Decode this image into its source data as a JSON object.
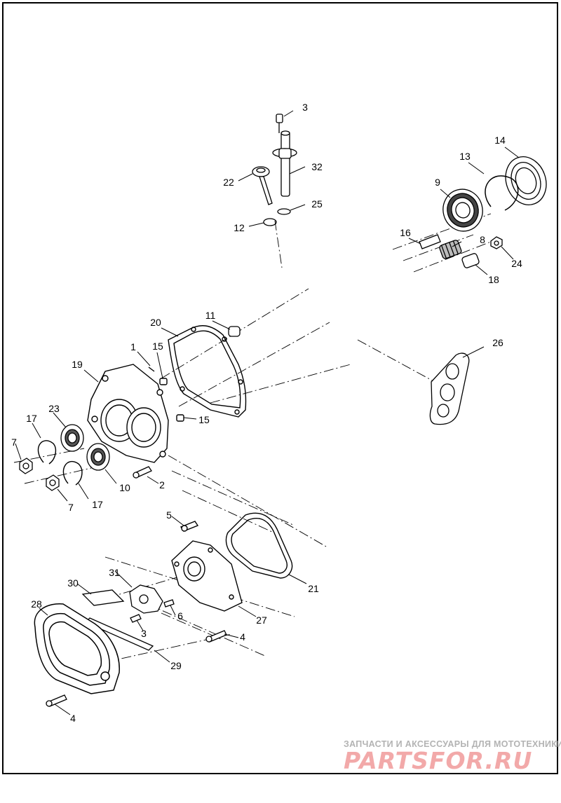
{
  "callouts": {
    "c1": "1",
    "c2": "2",
    "c3a": "3",
    "c3b": "3",
    "c4a": "4",
    "c4b": "4",
    "c5": "5",
    "c6": "6",
    "c7a": "7",
    "c7b": "7",
    "c8": "8",
    "c9": "9",
    "c10": "10",
    "c11": "11",
    "c12": "12",
    "c13": "13",
    "c14": "14",
    "c15a": "15",
    "c15b": "15",
    "c16": "16",
    "c17a": "17",
    "c17b": "17",
    "c18": "18",
    "c19": "19",
    "c20": "20",
    "c21": "21",
    "c22": "22",
    "c23": "23",
    "c24": "24",
    "c25": "25",
    "c26": "26",
    "c27": "27",
    "c28": "28",
    "c29": "29",
    "c30": "30",
    "c31": "31",
    "c32": "32"
  },
  "watermark": {
    "tagline": "ЗАПЧАСТИ И АКСЕССУАРЫ ДЛЯ МОТОТЕХНИКИ",
    "brand": "PARTSFOR.RU"
  },
  "colors": {
    "line": "#000000",
    "watermark_text": "#b3b3b3",
    "watermark_brand": "#f2a9a9"
  }
}
